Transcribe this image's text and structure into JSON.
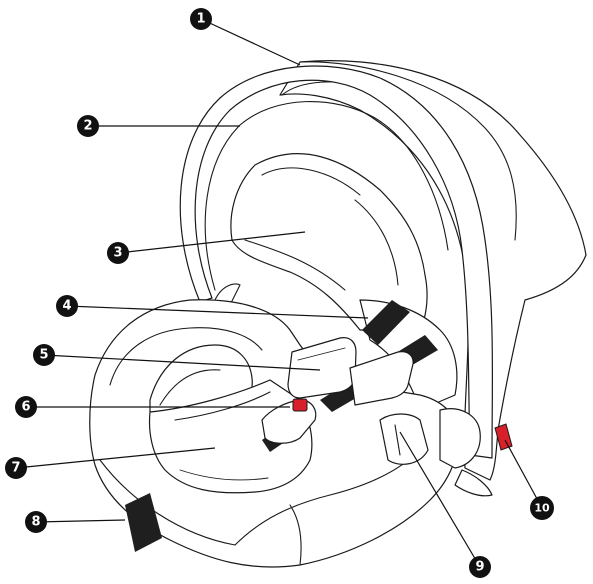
{
  "colors": {
    "outline": "#1a1a1a",
    "background": "#ffffff",
    "strap": "#1f1f1f",
    "buckle_red": "#d8202a",
    "callout": "#111111"
  },
  "callouts": [
    {
      "label": "1",
      "part": "canopy"
    },
    {
      "label": "2",
      "part": "carry-handle"
    },
    {
      "label": "3",
      "part": "headrest"
    },
    {
      "label": "4",
      "part": "shoulder-strap"
    },
    {
      "label": "5",
      "part": "shoulder-pad"
    },
    {
      "label": "6",
      "part": "buckle"
    },
    {
      "label": "7",
      "part": "seat-cushion"
    },
    {
      "label": "8",
      "part": "belt-guide"
    },
    {
      "label": "9",
      "part": "handle-pivot"
    },
    {
      "label": "10",
      "part": "handle-release-button"
    }
  ]
}
